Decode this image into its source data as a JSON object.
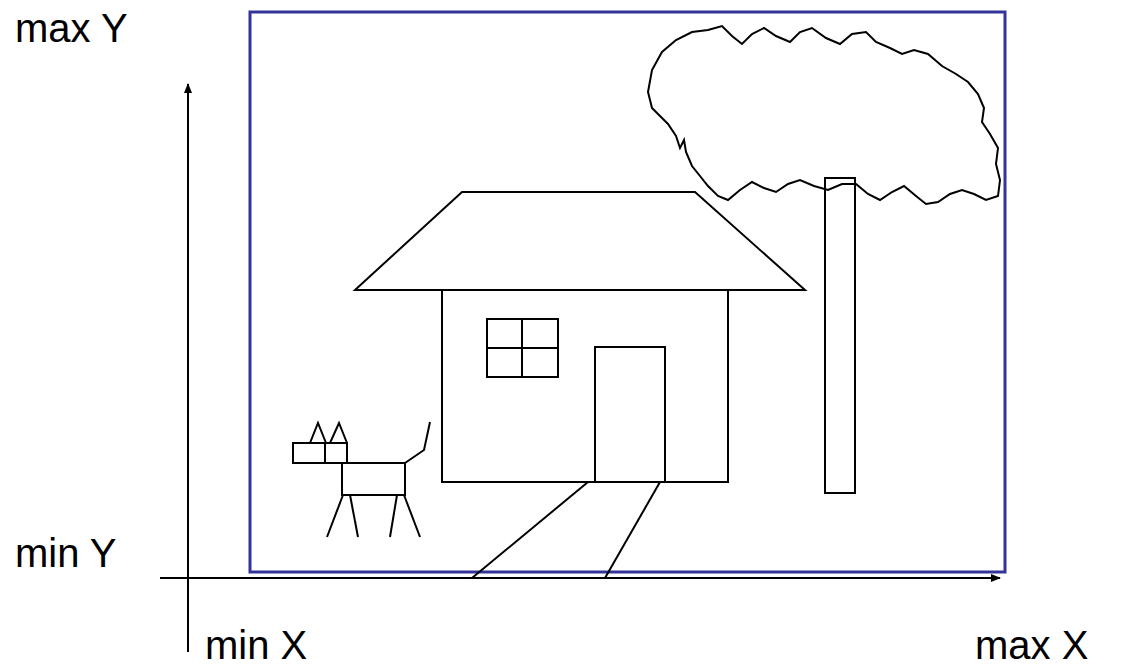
{
  "diagram": {
    "labels": [
      "max Y",
      "min Y",
      "min X",
      "max X"
    ]
  }
}
